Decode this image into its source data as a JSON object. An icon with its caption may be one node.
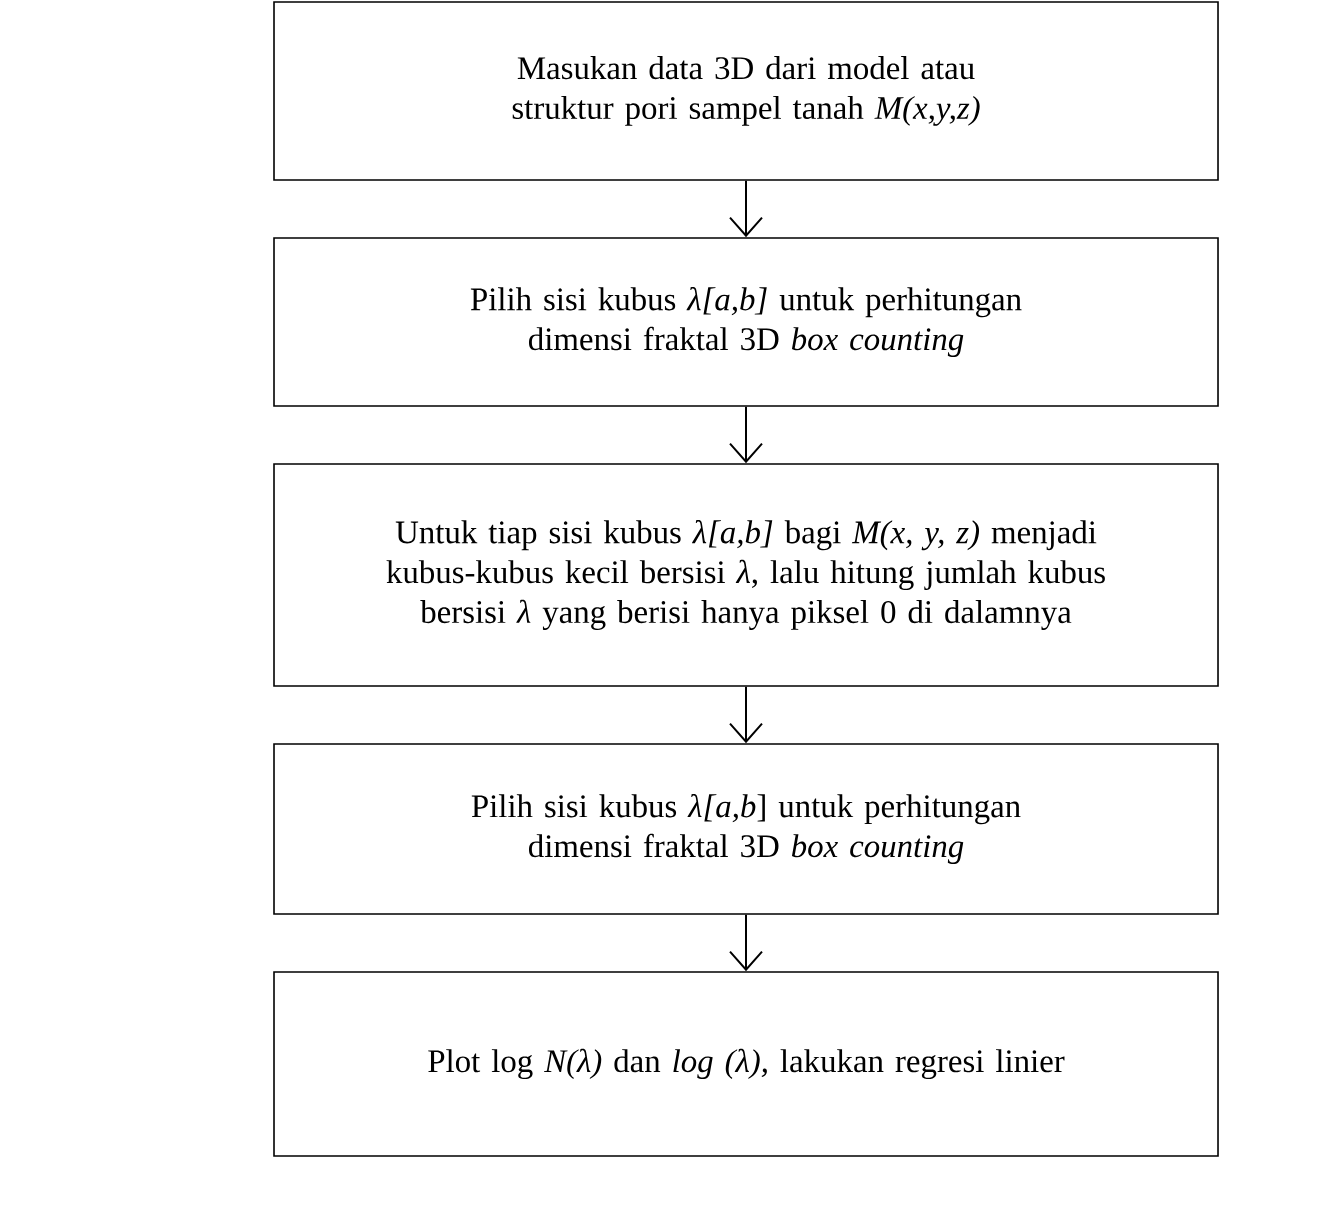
{
  "diagram": {
    "nodes": [
      {
        "text": [
          "Masukan data 3D dari model atau struktur pori sampel tanah *M(x,y,z)*"
        ]
      },
      {
        "text": [
          "Pilih sisi kubus *λ[a,b]* untuk perhitungan dimensi fraktal 3D *box counting*"
        ]
      },
      {
        "text": [
          "Untuk tiap sisi kubus *λ[a,b]* bagi *M(x, y, z)* menjadi kubus-kubus kecil bersisi *λ*, lalu hitung jumlah kubus bersisi *λ* yang berisi hanya piksel 0 di dalamnya"
        ]
      },
      {
        "text": [
          "Pilih sisi kubus *λ[a,b*] untuk perhitungan dimensi fraktal 3D *box counting*"
        ]
      },
      {
        "text": [
          "Plot log *N(λ)* dan *log (λ),* lakukan regresi linier"
        ]
      }
    ],
    "edges": [
      {
        "from": 0,
        "to": 1,
        "arrow": "to"
      },
      {
        "from": 1,
        "to": 2,
        "arrow": "to"
      },
      {
        "from": 2,
        "to": 3,
        "arrow": "to"
      },
      {
        "from": 3,
        "to": 4,
        "arrow": "to"
      }
    ]
  }
}
